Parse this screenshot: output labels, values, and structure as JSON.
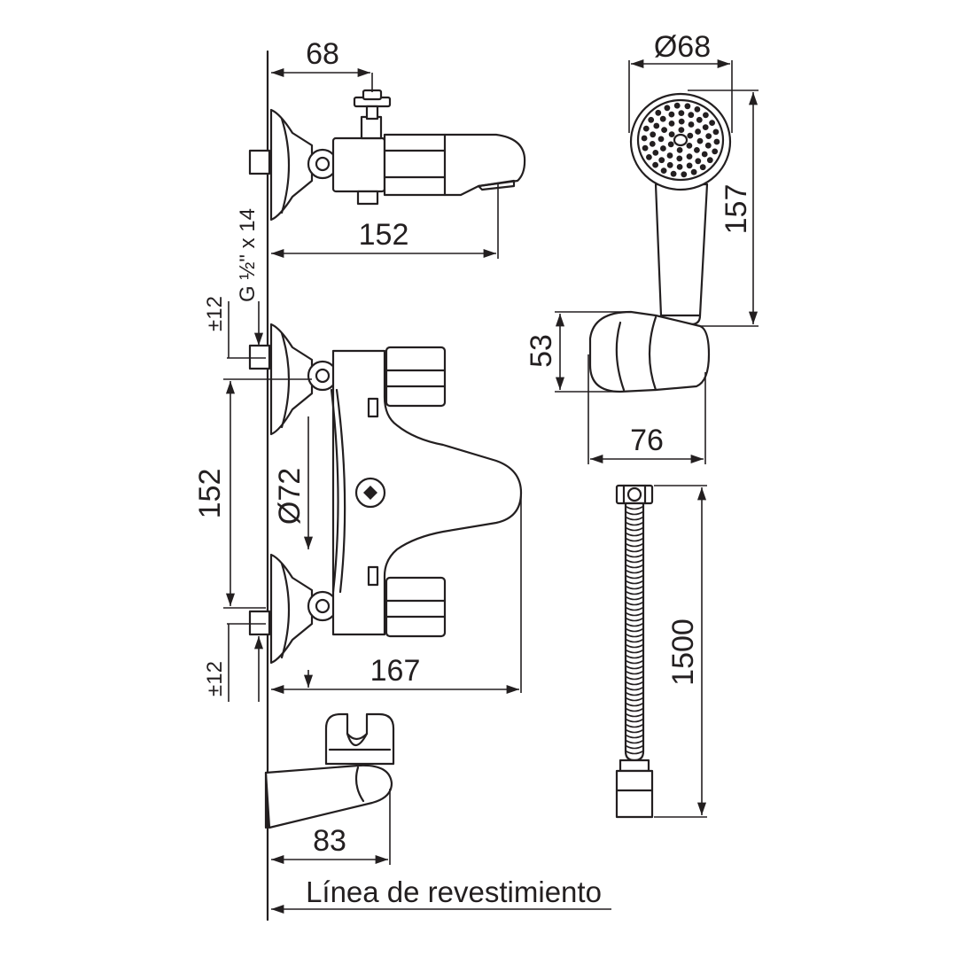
{
  "dimensions": {
    "top_spout_projection": "68",
    "top_body_length": "152",
    "thread": "G ½\" x 14",
    "offset_top": "±12",
    "offset_bottom": "±12",
    "inlet_center_distance": "152",
    "escutcheon_diameter": "Ø72",
    "body_depth": "167",
    "holder_projection": "83",
    "handshower_diameter": "Ø68",
    "handshower_length": "157",
    "bracket_height": "53",
    "bracket_width": "76",
    "hose_length": "1500"
  },
  "caption": "Línea de revestimiento"
}
